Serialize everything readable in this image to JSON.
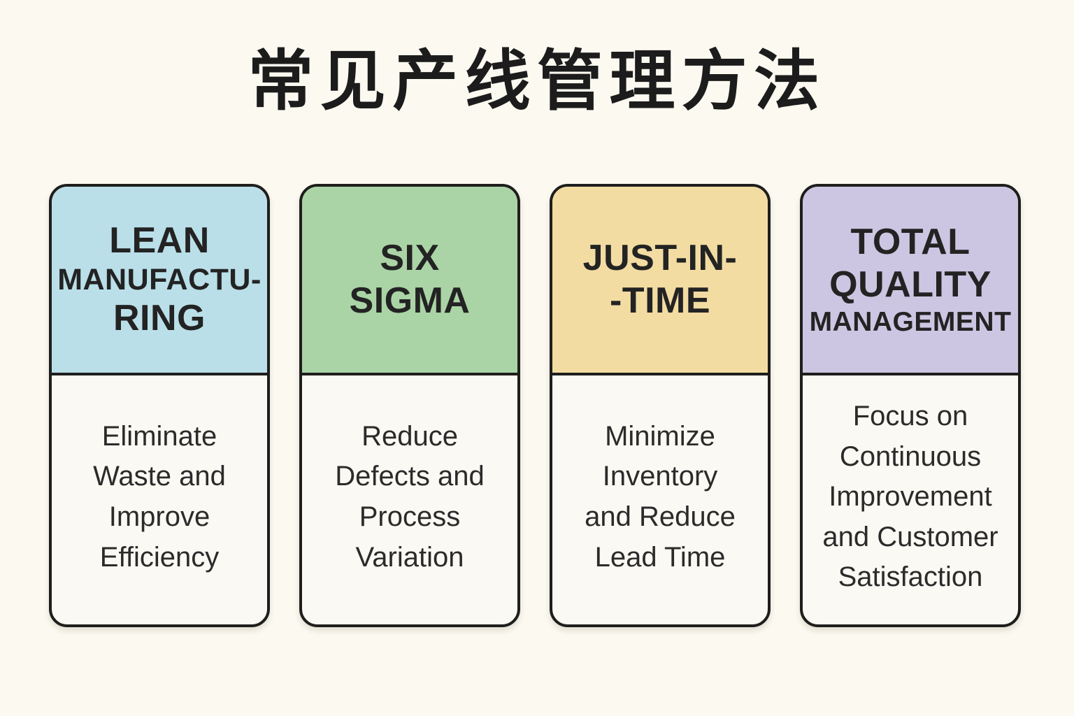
{
  "page": {
    "title": "常见产线管理方法",
    "background_color": "#fbf9f0",
    "card_border_color": "#1e1e1c",
    "card_body_color": "#fbf9f3",
    "title_text_color": "#1c1c1c",
    "body_text_color": "#2b2b2b"
  },
  "cards": [
    {
      "name": "lean-manufacturing",
      "header_color": "#badfe9",
      "title_lines": [
        "LEAN",
        "MANUFACTU-",
        "RING"
      ],
      "desc_lines": [
        "Eliminate",
        "Waste and",
        "Improve",
        "Efficiency"
      ]
    },
    {
      "name": "six-sigma",
      "header_color": "#abd4a6",
      "title_lines": [
        "SIX",
        "SIGMA"
      ],
      "desc_lines": [
        "Reduce",
        "Defects and",
        "Process",
        "Variation"
      ]
    },
    {
      "name": "just-in-time",
      "header_color": "#f2dca2",
      "title_lines": [
        "JUST-IN-",
        "-TIME"
      ],
      "desc_lines": [
        "Minimize",
        "Inventory",
        "and Reduce",
        "Lead Time"
      ]
    },
    {
      "name": "total-quality-management",
      "header_color": "#cdc6e2",
      "title_lines": [
        "TOTAL",
        "QUALITY",
        "MANAGEMENT"
      ],
      "desc_lines": [
        "Focus on",
        "Continuous",
        "Improvement",
        "and Customer",
        "Satisfaction"
      ]
    }
  ]
}
